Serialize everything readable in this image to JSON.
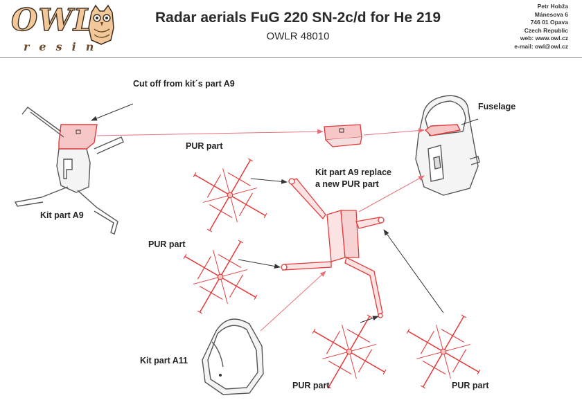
{
  "header": {
    "logo_main": "OWL",
    "logo_sub": "resin",
    "title": "Radar aerials FuG 220 SN-2c/d for He 219",
    "subtitle": "OWLR 48010",
    "contact": [
      "Petr Hobža",
      "Mánesova 6",
      "746 01 Opava",
      "Czech Republic",
      "web: www.owl.cz",
      "e-mail: owl@owl.cz"
    ]
  },
  "labels": {
    "cut_off": "Cut off from kit´s part A9",
    "fuselage": "Fuselage",
    "pur_top": "PUR part",
    "replace_1": "Kit part A9 replace",
    "replace_2": "a new PUR part",
    "kit_a9": "Kit part A9",
    "pur_mid": "PUR part",
    "kit_a11": "Kit part A11",
    "pur_bottom_left": "PUR part",
    "pur_bottom_right": "PUR part"
  },
  "colors": {
    "part_red": "#e23a3a",
    "part_fill": "#f7c7c7",
    "arrow_pink": "#e8707a",
    "arrow_dark": "#333333"
  }
}
